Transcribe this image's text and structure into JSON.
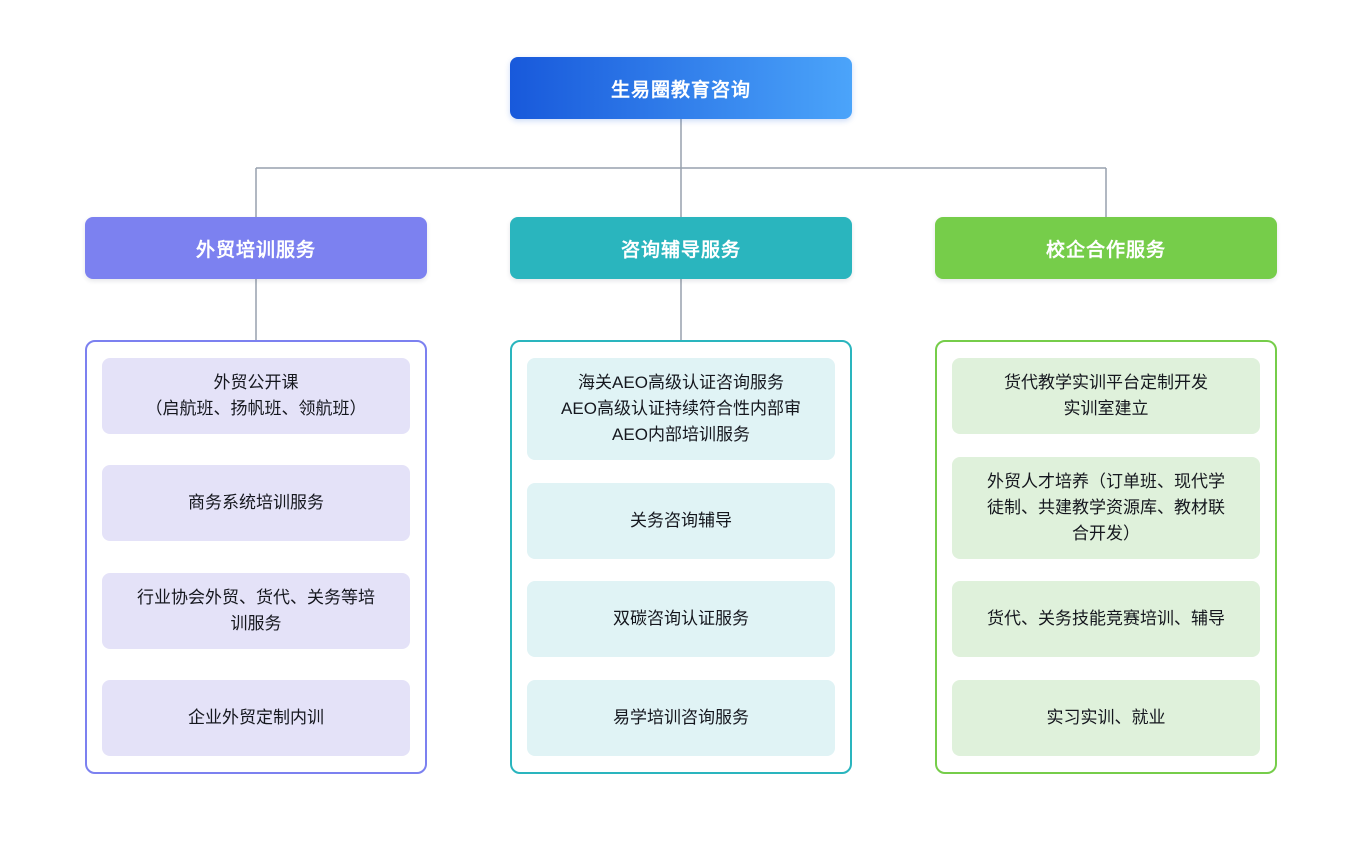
{
  "root": {
    "label": "生易圈教育咨询"
  },
  "colors": {
    "connector": "#97A1AD",
    "root_gradient_start": "#1859DB",
    "root_gradient_end": "#4BA4FA",
    "item_text": "#15171E"
  },
  "branches": [
    {
      "label": "外贸培训服务",
      "accent": "#7C81F0",
      "item_bg": "#E4E2F8",
      "items": [
        {
          "text": "外贸公开课\n（启航班、扬帆班、领航班）"
        },
        {
          "text": "商务系统培训服务"
        },
        {
          "text": "行业协会外贸、货代、关务等培\n训服务"
        },
        {
          "text": "企业外贸定制内训"
        }
      ]
    },
    {
      "label": "咨询辅导服务",
      "accent": "#2AB5BE",
      "item_bg": "#E0F3F5",
      "items": [
        {
          "text": "海关AEO高级认证咨询服务\nAEO高级认证持续符合性内部审\nAEO内部培训服务"
        },
        {
          "text": "关务咨询辅导"
        },
        {
          "text": "双碳咨询认证服务"
        },
        {
          "text": "易学培训咨询服务"
        }
      ]
    },
    {
      "label": "校企合作服务",
      "accent": "#76CD4A",
      "item_bg": "#DFF1DB",
      "items": [
        {
          "text": "货代教学实训平台定制开发\n实训室建立"
        },
        {
          "text": "外贸人才培养（订单班、现代学\n徒制、共建教学资源库、教材联\n合开发）"
        },
        {
          "text": "货代、关务技能竞赛培训、辅导"
        },
        {
          "text": "实习实训、就业"
        }
      ]
    }
  ]
}
